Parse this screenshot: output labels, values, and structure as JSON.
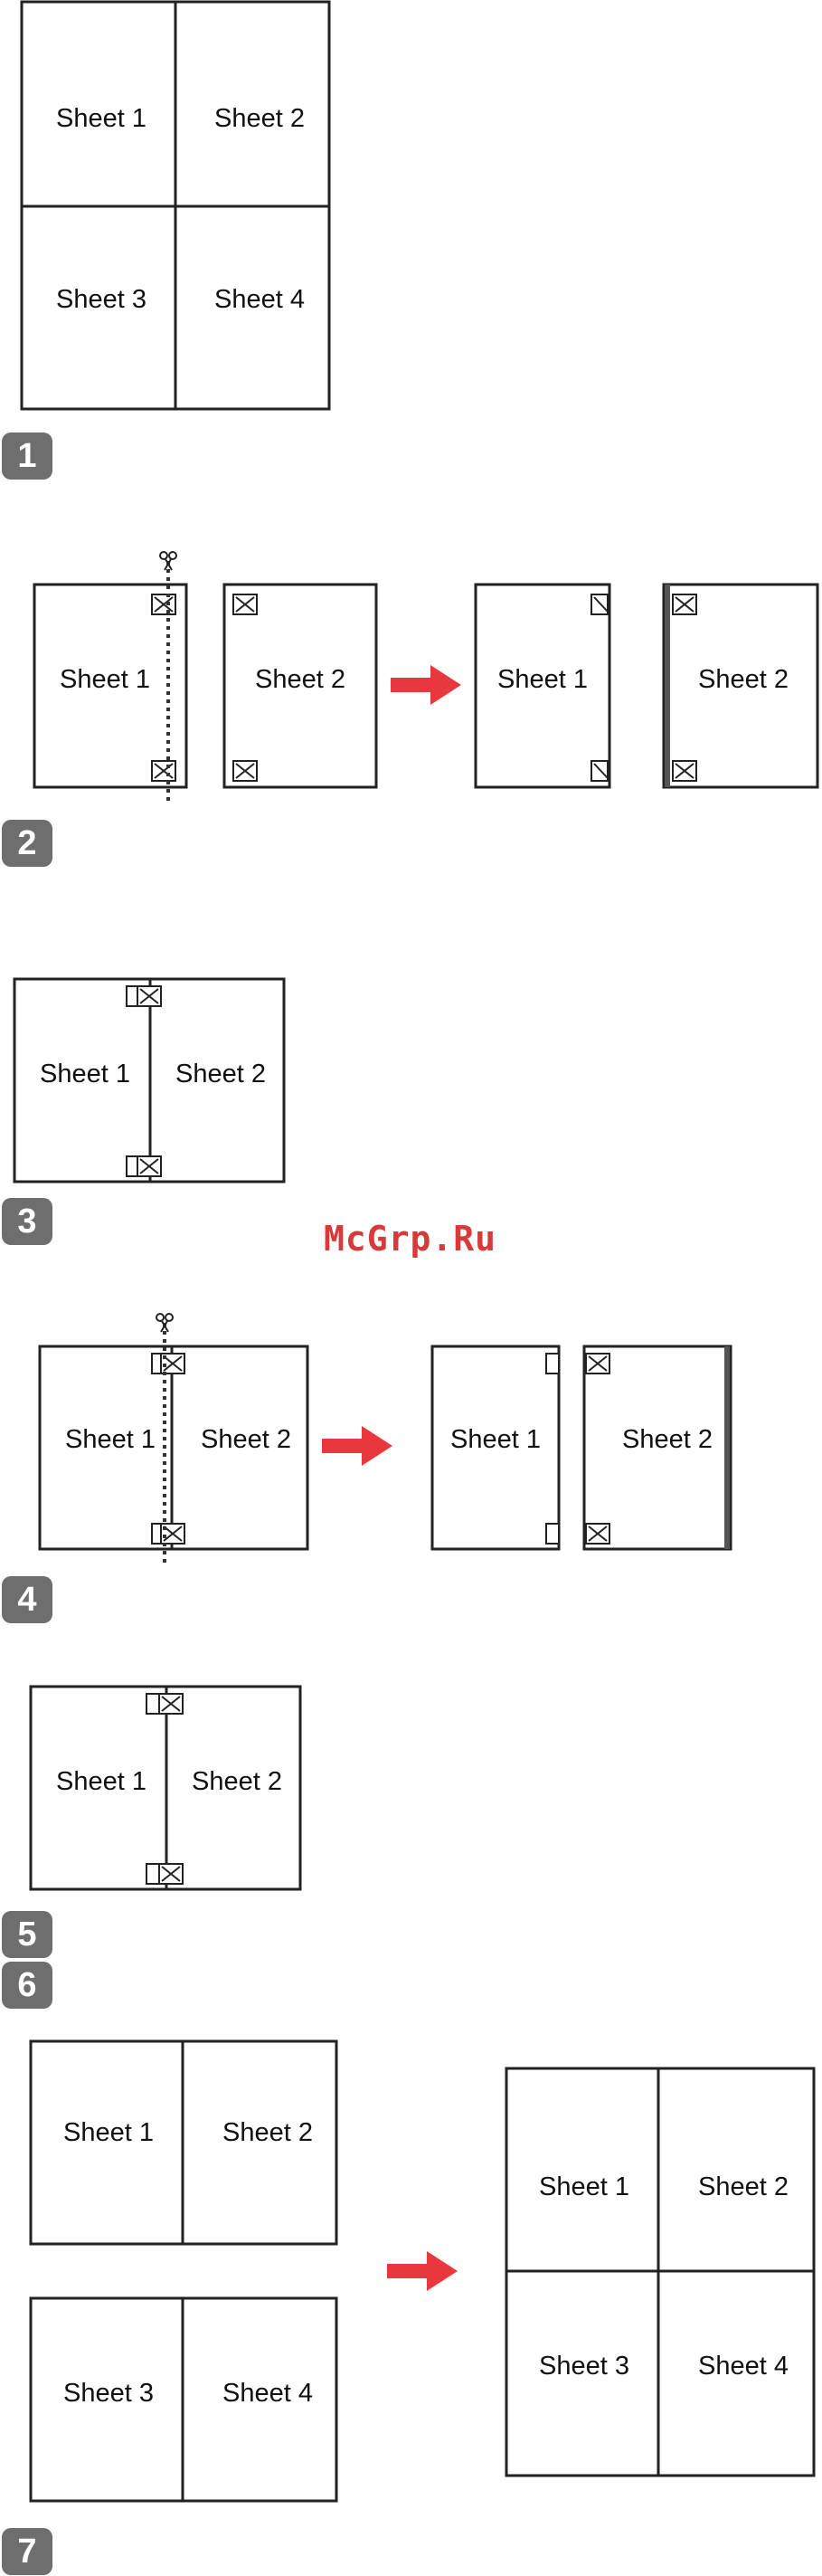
{
  "sheets": {
    "s1": "Sheet 1",
    "s2": "Sheet 2",
    "s3": "Sheet 3",
    "s4": "Sheet 4"
  },
  "steps": {
    "1": "1",
    "2": "2",
    "3": "3",
    "4": "4",
    "5": "5",
    "6": "6",
    "7": "7"
  },
  "watermark": "McGrp.Ru",
  "colors": {
    "arrow": "#e8383d",
    "badge": "#6e6e6e",
    "line": "#222222"
  },
  "icons": {
    "scissors": "scissors-icon",
    "arrow": "right-arrow-icon",
    "mark": "alignment-mark-icon"
  }
}
